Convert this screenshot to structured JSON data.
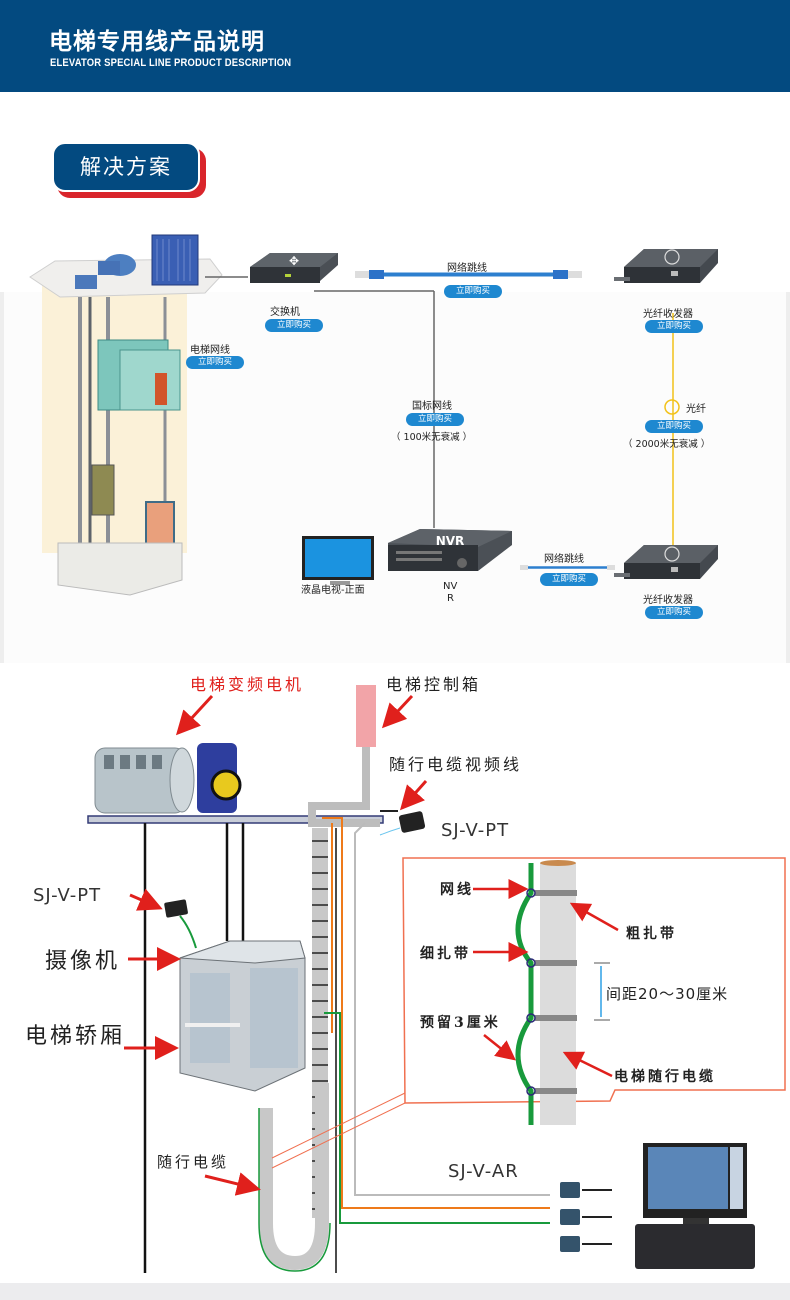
{
  "header": {
    "title": "电梯专用线产品说明",
    "subtitle": "ELEVATOR SPECIAL LINE PRODUCT DESCRIPTION",
    "background_color": "#034a80"
  },
  "section_badge": {
    "label": "解决方案",
    "color": "#034a80",
    "shadow_color": "#d9252b"
  },
  "network_diagram": {
    "buy_label": "立即购买",
    "buy_color": "#1e88d0",
    "nodes": {
      "elevator_cable": "电梯网线",
      "switch": "交换机",
      "patch_cable_top": "网络跳线",
      "fiber_transceiver_top": "光纤收发器",
      "standard_cable": "国标网线",
      "standard_cable_note": "（ 100米无衰减 ）",
      "fiber": "光纤",
      "fiber_note": "（ 2000米无衰减 ）",
      "lcd_tv": "液晶电视-正面",
      "nvr_screen": "NVR",
      "nvr_label_line1": "NV",
      "nvr_label_line2": "R",
      "patch_cable_bottom": "网络跳线",
      "fiber_transceiver_bottom": "光纤收发器"
    }
  },
  "installation_diagram": {
    "motor_label": "电梯变频电机",
    "control_box_label": "电梯控制箱",
    "video_cable_label": "随行电缆视频线",
    "model_top_right": "SJ-V-PT",
    "model_left": "SJ-V-PT",
    "camera_label": "摄像机",
    "car_label": "电梯轿厢",
    "traveling_cable_label": "随行电缆",
    "receiver_model": "SJ-V-AR",
    "detail": {
      "network_cable": "网线",
      "thick_tie": "粗扎带",
      "thin_tie": "细扎带",
      "spacing": "间距20～30厘米",
      "reserve": "预留3厘米",
      "elevator_cable": "电梯随行电缆"
    },
    "colors": {
      "arrow": "#e0201c",
      "orange_line": "#ee7a1a",
      "green_line": "#189a3c",
      "gray_line": "#bbbbbb",
      "detail_frame": "#f07050"
    }
  }
}
